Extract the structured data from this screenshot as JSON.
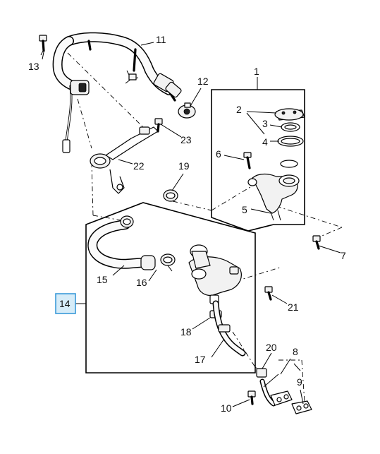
{
  "diagram": {
    "callouts": {
      "c1": "1",
      "c2": "2",
      "c3": "3",
      "c4": "4",
      "c5": "5",
      "c6": "6",
      "c7": "7",
      "c8": "8",
      "c9": "9",
      "c10": "10",
      "c11": "11",
      "c12": "12",
      "c13": "13",
      "c14": "14",
      "c15": "15",
      "c16": "16",
      "c17": "17",
      "c18": "18",
      "c19": "19",
      "c20": "20",
      "c21": "21",
      "c22": "22",
      "c23": "23"
    },
    "highlighted_callout": "14",
    "colors": {
      "highlight_fill": "#d6ecf8",
      "highlight_border": "#3a9ad9",
      "line": "#000000",
      "background": "#ffffff"
    }
  }
}
